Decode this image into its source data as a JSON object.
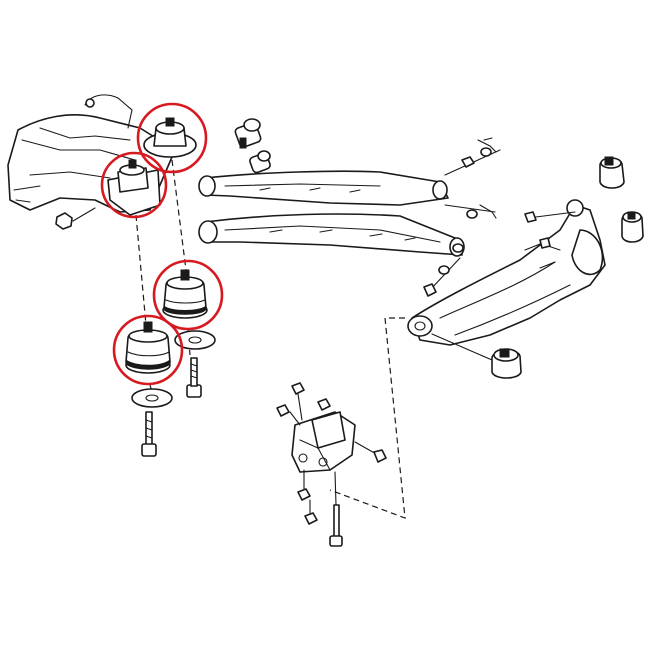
{
  "diagram": {
    "highlight_color": "#d71920",
    "line_color": "#1a1a1a",
    "background": "#ffffff",
    "highlighted_parts": [
      "subframe-upper-mount-rear",
      "subframe-upper-mount-front",
      "subframe-bushing-rear",
      "subframe-bushing-front"
    ]
  }
}
